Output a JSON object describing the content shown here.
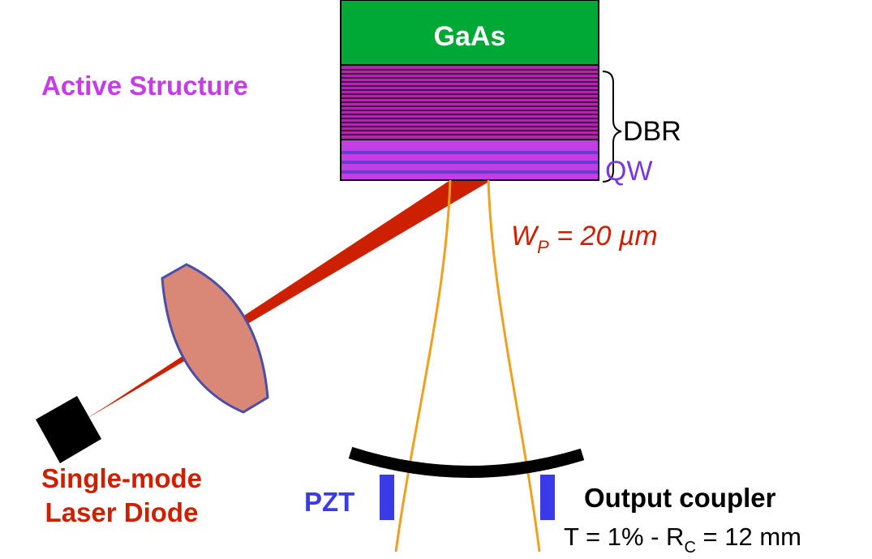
{
  "labels": {
    "substrate": "GaAs",
    "active_structure": "Active Structure",
    "dbr": "DBR",
    "qw": "QW",
    "pump_waist_symbol": "W",
    "pump_waist_subscript": "P",
    "pump_waist_value": " = 20 µm",
    "laser_diode_line1": "Single-mode",
    "laser_diode_line2": "Laser Diode",
    "pzt": "PZT",
    "output_coupler": "Output coupler",
    "oc_spec_pre": "T = 1% - R",
    "oc_spec_sub": "C",
    "oc_spec_post": " = 12 mm"
  },
  "colors": {
    "substrate": "#00a836",
    "dbr": "#b126ad",
    "dbr_stripe": "#2a0a2a",
    "qw": "#c43ee6",
    "qw_stripe": "#6a3bd0",
    "pump_beam": "#cc2000",
    "lens_fill": "#d98878",
    "lens_outline": "#4a4ea8",
    "laser_mode": "#f0a020",
    "mirror": "#000000",
    "pzt": "#3a3ae6",
    "active_label": "#c43ee6",
    "qw_label": "#7a3ad8",
    "red_label": "#cc2000"
  }
}
